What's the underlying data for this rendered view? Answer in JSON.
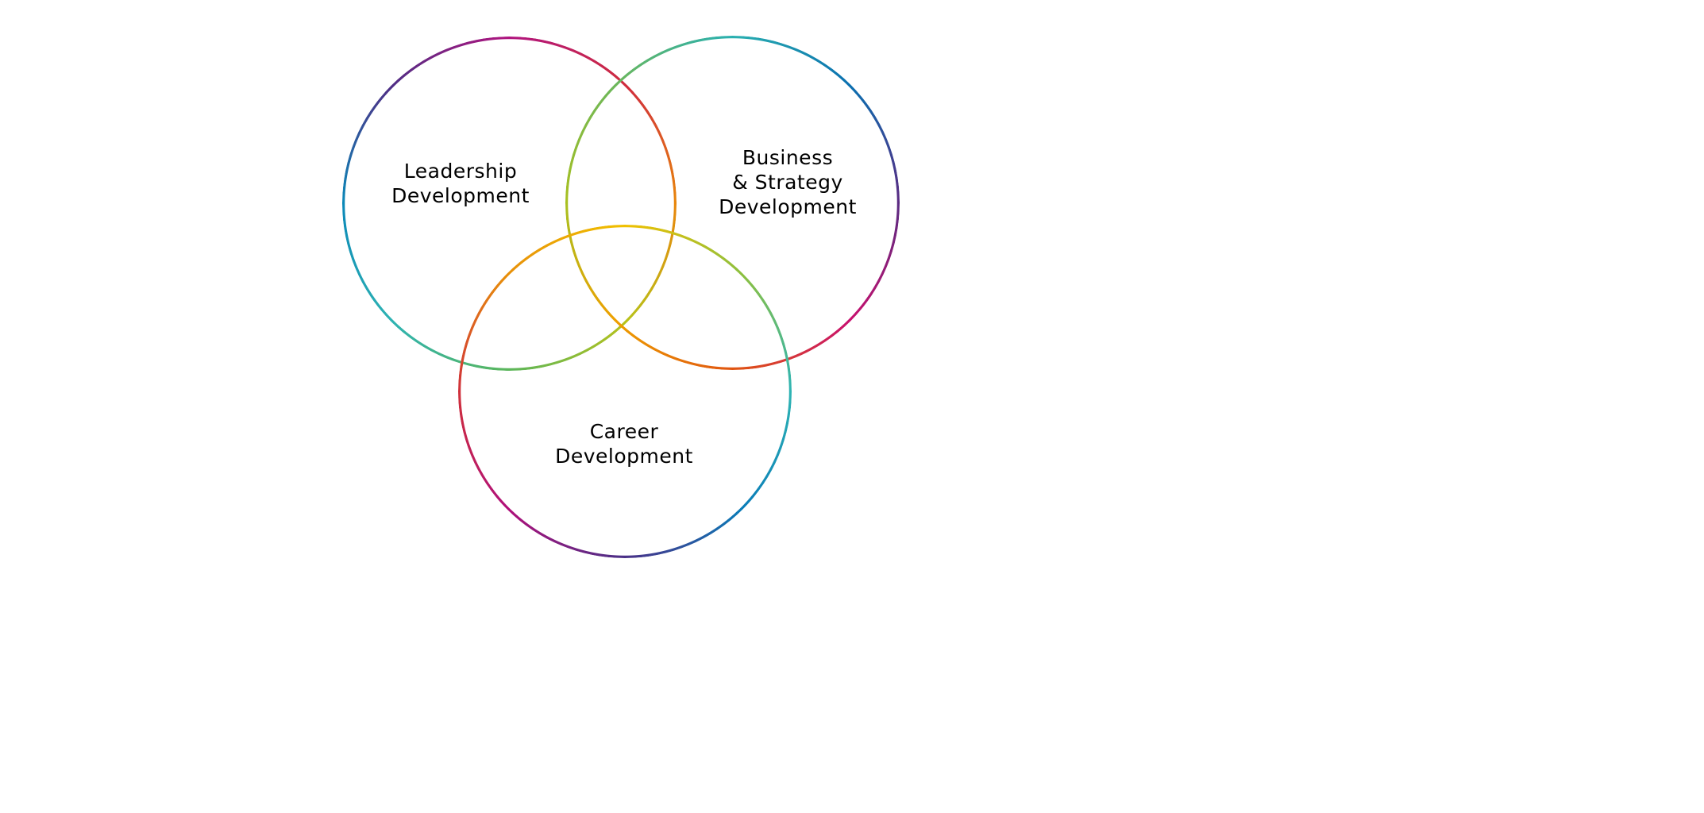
{
  "circles": [
    {
      "id": "leadership",
      "lines": [
        "Leadership",
        "Development"
      ]
    },
    {
      "id": "business",
      "lines": [
        "Business",
        "& Strategy",
        "Development"
      ]
    },
    {
      "id": "career",
      "lines": [
        "Career",
        "Development"
      ]
    }
  ],
  "colors": {
    "text": "#000000",
    "magenta": "#b0157f",
    "orange": "#e8860b",
    "green": "#5bb65a",
    "teal": "#2eb3b3",
    "blue": "#0b88b8",
    "purple": "#4f2e85",
    "yellow": "#f0c000"
  }
}
